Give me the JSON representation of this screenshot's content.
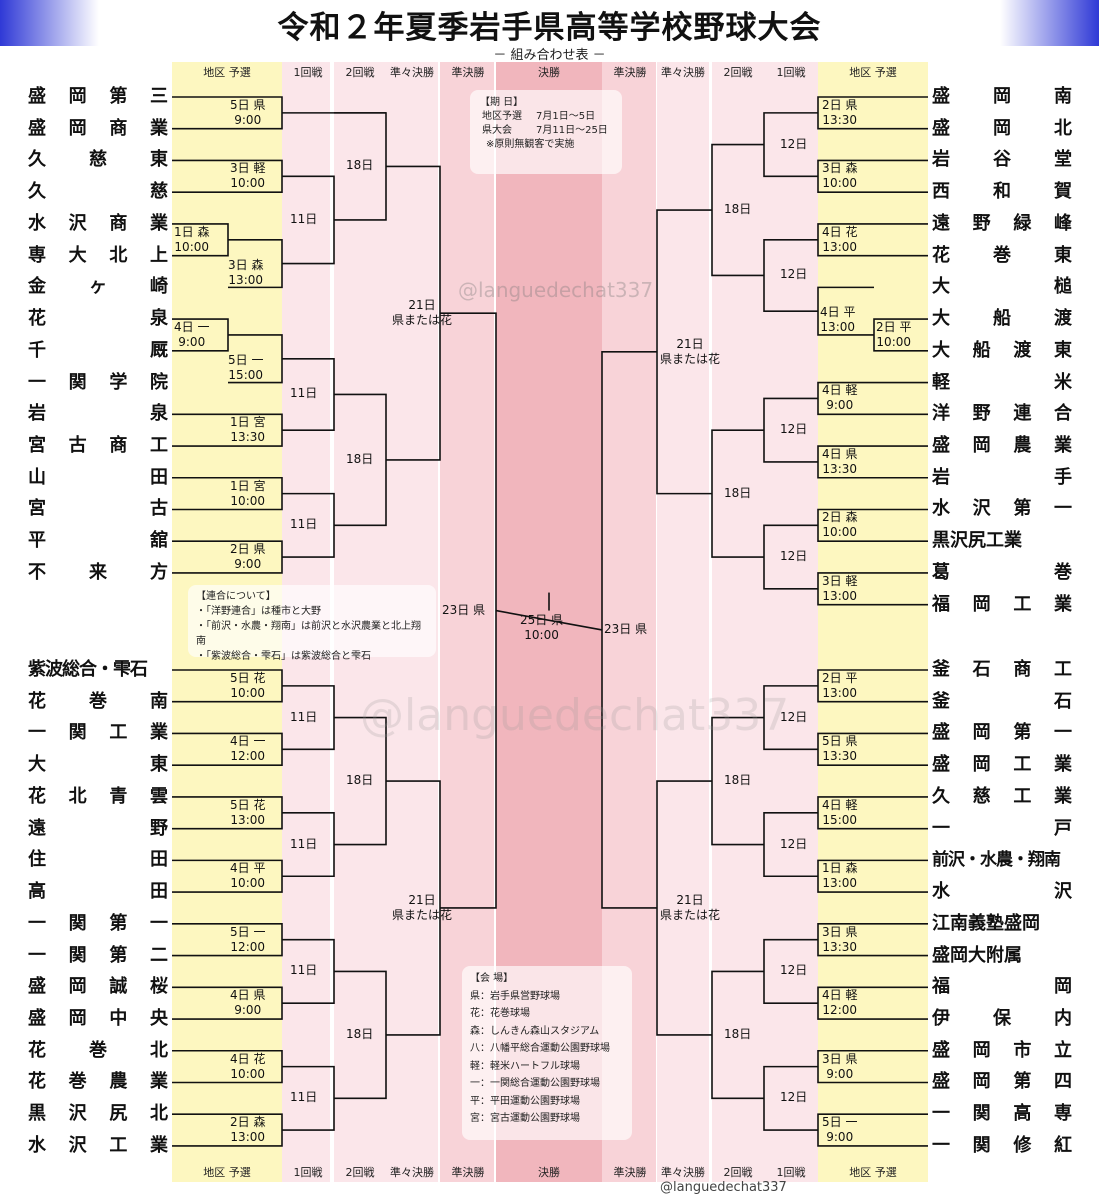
{
  "title": "令和２年夏季岩手県高等学校野球大会",
  "subtitle": "－ 組み合わせ表 －",
  "headers_left": [
    "地区 予選",
    "1回戦",
    "2回戦",
    "準々決勝",
    "準決勝"
  ],
  "header_center": "決勝",
  "headers_right": [
    "準決勝",
    "準々決勝",
    "2回戦",
    "1回戦",
    "地区 予選"
  ],
  "left_teams": [
    "盛岡第三",
    "盛岡商業",
    "久慈東",
    "久慈",
    "水沢商業",
    "専大北上",
    "金ヶ崎",
    "花泉",
    "千厩",
    "一関学院",
    "岩泉",
    "宮古商工",
    "山田",
    "宮古",
    "平舘",
    "不来方",
    "紫波総合・雫石",
    "花巻南",
    "一関工業",
    "大東",
    "花北青雲",
    "遠野",
    "住田",
    "高田",
    "一関第一",
    "一関第二",
    "盛岡誠桜",
    "盛岡中央",
    "花巻北",
    "花巻農業",
    "黒沢尻北",
    "水沢工業"
  ],
  "right_teams": [
    "盛岡南",
    "盛岡北",
    "岩谷堂",
    "西和賀",
    "遠野緑峰",
    "花巻東",
    "大槌",
    "大船渡",
    "大船渡東",
    "軽米",
    "洋野連合",
    "盛岡農業",
    "岩手",
    "水沢第一",
    "黒沢尻工業",
    "葛巻",
    "福岡工業",
    "釜石商工",
    "釜石",
    "盛岡第一",
    "盛岡工業",
    "久慈工業",
    "一戸",
    "前沢・水農・翔南",
    "水沢",
    "江南義塾盛岡",
    "盛岡大附属",
    "福岡",
    "伊保内",
    "盛岡市立",
    "盛岡第四",
    "一関高専",
    "一関修紅"
  ],
  "left_matches": [
    "5日 県|9:00",
    "3日 軽|10:00",
    "1日 森|10:00",
    "3日 森|13:00",
    "4日 一|9:00",
    "5日 一|15:00",
    "1日 宮|13:30",
    "1日 宮|10:00",
    "2日 県|9:00",
    "5日 花|10:00",
    "4日 一|12:00",
    "5日 花|13:00",
    "4日 平|10:00",
    "5日 一|12:00",
    "4日 県|9:00",
    "4日 花|10:00",
    "2日 森|13:00"
  ],
  "right_matches": [
    "2日 県|13:30",
    "3日 森|10:00",
    "4日 花|13:00",
    "2日 平|10:00",
    "4日 平|13:00",
    "4日 軽|9:00",
    "4日 県|13:30",
    "2日 森|10:00",
    "3日 軽|13:00",
    "2日 平|13:00",
    "5日 県|13:30",
    "4日 軽|15:00",
    "1日 森|13:00",
    "3日 県|13:30",
    "4日 軽|12:00",
    "3日 県|9:00",
    "5日 一|9:00"
  ],
  "round_labels": {
    "r1": "11日",
    "r1_right": "12日",
    "r2": "18日",
    "qf_date": "21日",
    "qf_venue": "県または花",
    "sf": "23日 県",
    "final_date": "25日 県",
    "final_time": "10:00"
  },
  "schedule_box": {
    "title": "【期 日】",
    "row1_label": "地区予選",
    "row1_value": "7月1日～5日",
    "row2_label": "県大会",
    "row2_value": "7月11日～25日",
    "note": "※原則無観客で実施"
  },
  "rengo_box": {
    "title": "【連合について】",
    "lines": [
      "・「洋野連合」は種市と大野",
      "・「前沢・水農・翔南」は前沢と水沢農業と北上翔南",
      "・「紫波総合・雫石」は紫波総合と雫石"
    ]
  },
  "venue_box": {
    "title": "【会 場】",
    "lines": [
      "県：岩手県営野球場",
      "花：花巻球場",
      "森：しんきん森山スタジアム",
      "八：八幡平総合運動公園野球場",
      "軽：軽米ハートフル球場",
      "一：一関総合運動公園野球場",
      "平：平田運動公園野球場",
      "宮：宮古運動公園野球場"
    ]
  },
  "watermark": "@languedechat337",
  "colors": {
    "prelim_band": "#fdf7c0",
    "round_band": "#fbe6ea",
    "qf_band": "#f8d3d8",
    "sf_band": "#f4c2c8",
    "final_band": "#f1b6bd",
    "line": "#111111",
    "banner_accent": "#2f39d6"
  }
}
